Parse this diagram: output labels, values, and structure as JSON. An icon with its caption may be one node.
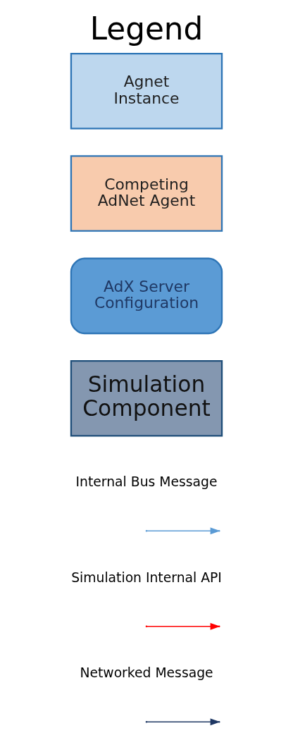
{
  "diagram": {
    "title": "Legend",
    "nodes": [
      {
        "text": [
          "Agnet Instance"
        ]
      },
      {
        "text": [
          "Competing AdNet Agent"
        ]
      },
      {
        "text": [
          "AdX Server Configuration"
        ]
      },
      {
        "text": [
          "Simulation Component"
        ]
      }
    ],
    "legend": [
      {
        "text": "Internal Bus Message"
      },
      {
        "text": "Simulation Internal API"
      },
      {
        "text": "Networked Message"
      }
    ]
  }
}
